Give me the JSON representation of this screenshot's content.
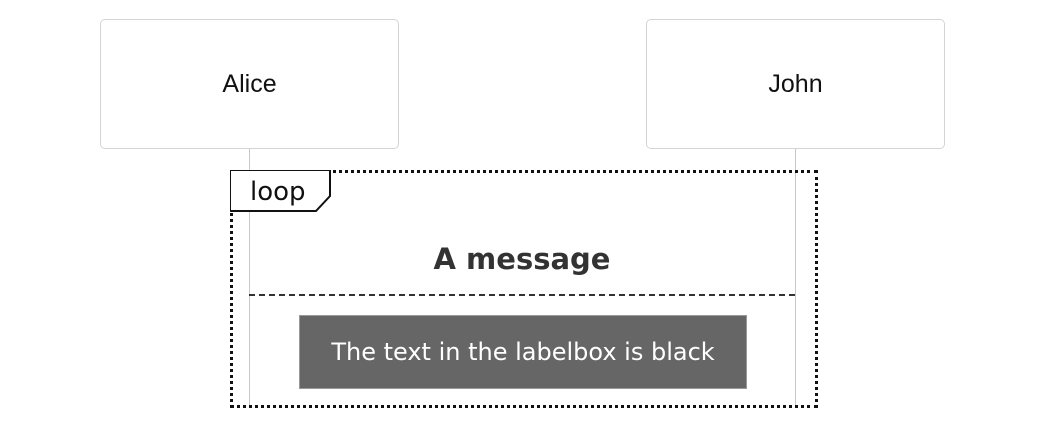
{
  "actors": [
    {
      "name": "Alice"
    },
    {
      "name": "John"
    }
  ],
  "loop": {
    "label": "loop"
  },
  "message": {
    "label": "A message",
    "from": "Alice",
    "to": "John",
    "line_style": "dashed"
  },
  "labelbox": {
    "text": "The text in the labelbox is black",
    "background_color": "#666666",
    "text_color": "#ffffff"
  }
}
